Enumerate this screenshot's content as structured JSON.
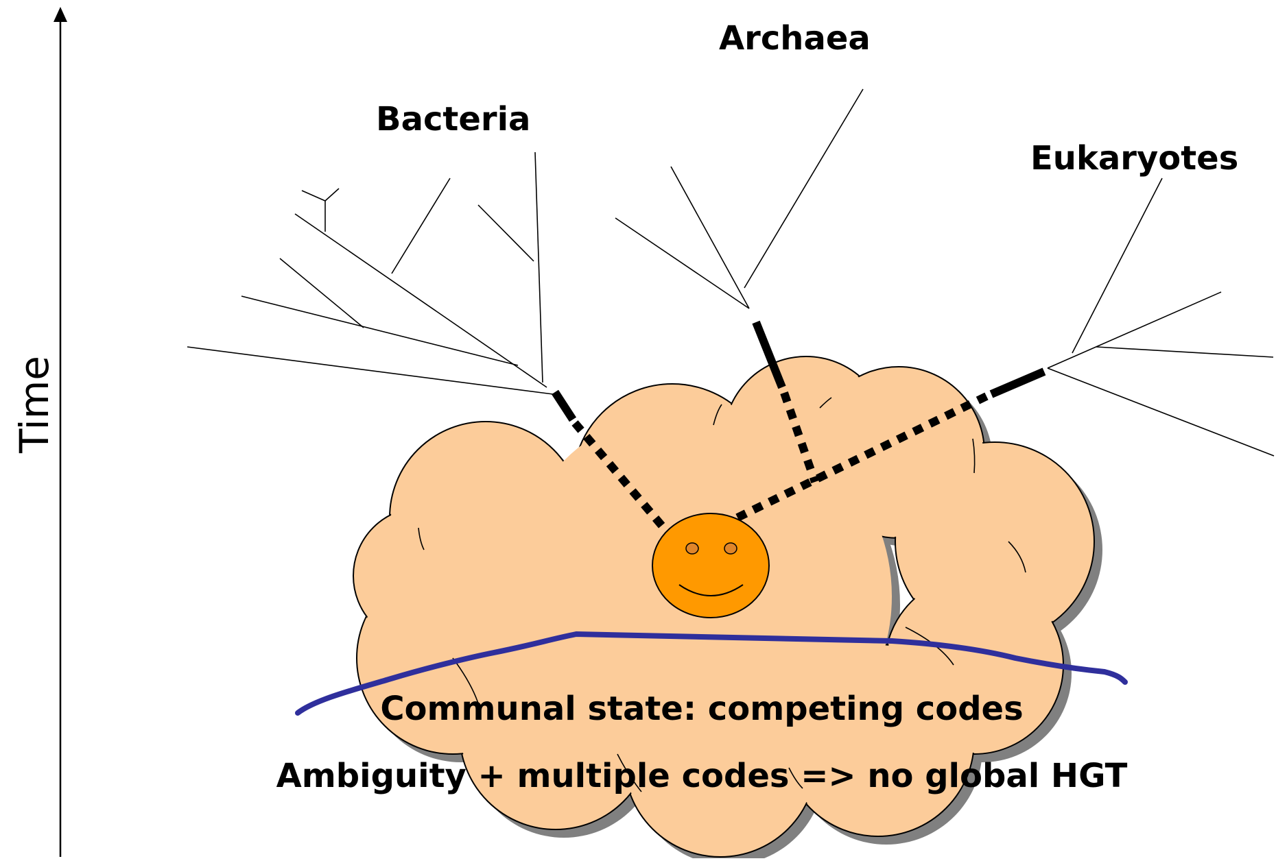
{
  "time_axis": {
    "label": "Time"
  },
  "groups": {
    "bacteria": "Bacteria",
    "archaea": "Archaea",
    "eukaryotes": "Eukaryotes"
  },
  "captions": {
    "line1": "Communal state: competing codes",
    "line2": "Ambiguity + multiple codes => no global HGT"
  },
  "colors": {
    "cloud_fill": "#fccc9a",
    "cloud_shadow": "#808080",
    "face_fill": "#ff9900",
    "eye_fill": "#e0862a",
    "boundary_line": "#2f2f9c",
    "tree_lines": "#000000"
  }
}
